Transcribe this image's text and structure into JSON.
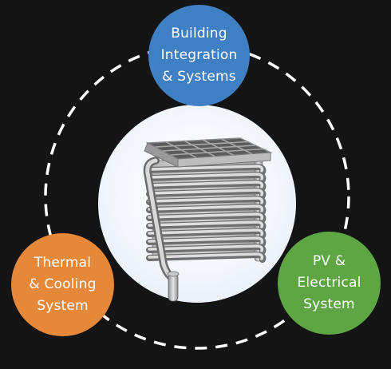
{
  "nodes": [
    {
      "id": "top",
      "lines": [
        "Building",
        "Integration",
        "& Systems"
      ],
      "color": "#3f7fc4"
    },
    {
      "id": "left",
      "lines": [
        "Thermal",
        "& Cooling",
        "System"
      ],
      "color": "#e5883a"
    },
    {
      "id": "right",
      "lines": [
        "PV &",
        "Electrical",
        "System"
      ],
      "color": "#5ea544"
    }
  ],
  "ring": {
    "color": "#ffffff",
    "style": "dashed"
  },
  "center": {
    "icon": "heat-exchanger-coil-icon",
    "disk_color": "#eef4fb"
  }
}
